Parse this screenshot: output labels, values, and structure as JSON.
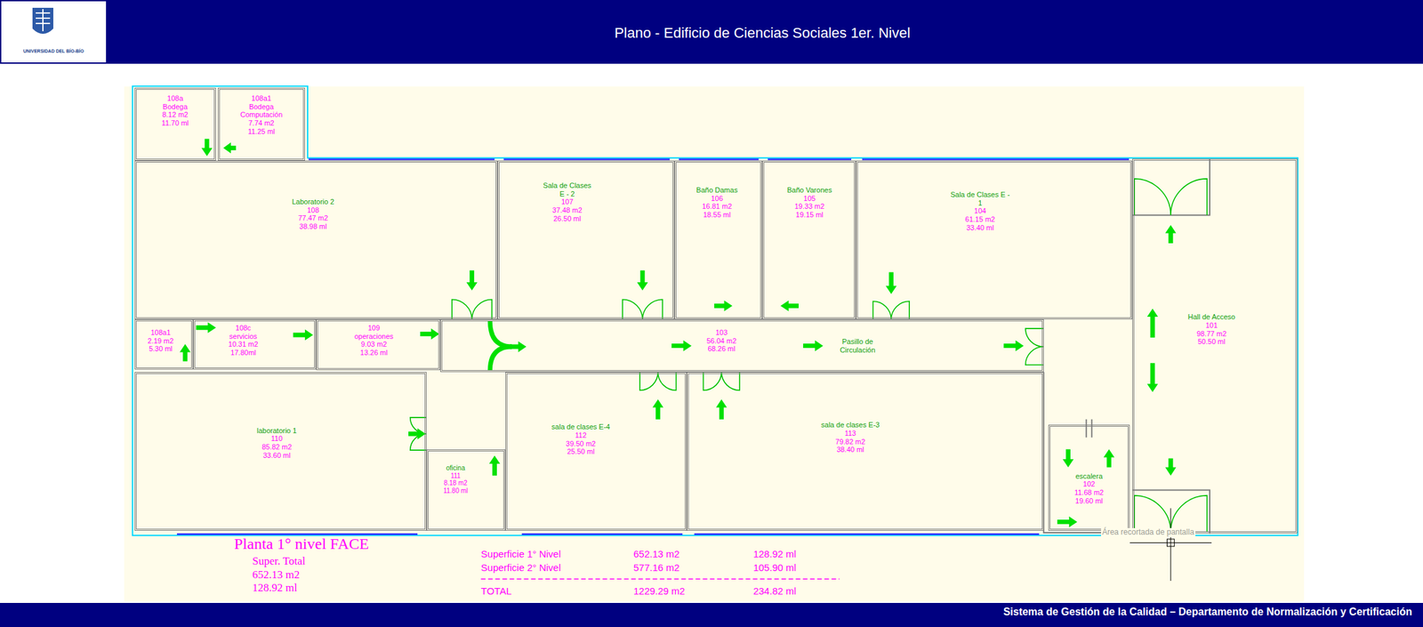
{
  "diagram": {
    "title": "Plano - Edificio de Ciencias Sociales 1er. Nivel",
    "nodes": [
      {
        "text": [
          "108a",
          "Bodega",
          "8.12 m2",
          "11.70 ml"
        ]
      },
      {
        "text": [
          "108a1",
          "Bodega Computación",
          "7.74 m2",
          "11.25 ml"
        ]
      },
      {
        "text": [
          "Laboratorio 2",
          "108",
          "77.47 m2",
          "38.98 ml"
        ]
      },
      {
        "text": [
          "Sala de Clases E - 2",
          "107",
          "37.48 m2",
          "26.50 ml"
        ]
      },
      {
        "text": [
          "Baño Damas",
          "106",
          "16.81 m2",
          "18.55 ml"
        ]
      },
      {
        "text": [
          "Baño Varones",
          "105",
          "19.33 m2",
          "19.15 ml"
        ]
      },
      {
        "text": [
          "Sala de Clases E - 1",
          "104",
          "61.15 m2",
          "33.40 ml"
        ]
      },
      {
        "text": [
          "Hall de Acceso",
          "101",
          "98.77 m2",
          "50.50 ml"
        ]
      },
      {
        "text": [
          "108a1",
          "2.19 m2",
          "5.30 ml"
        ]
      },
      {
        "text": [
          "108c",
          "servicios",
          "10.31 m2",
          "17.80ml"
        ]
      },
      {
        "text": [
          "109",
          "operaciones",
          "9.03 m2",
          "13.26 ml"
        ]
      },
      {
        "text": [
          "103",
          "56.04 m2",
          "68.26 ml",
          "Pasillo de Circulación"
        ]
      },
      {
        "text": [
          "laboratorio 1",
          "110",
          "85.82 m2",
          "33.60 ml"
        ]
      },
      {
        "text": [
          "oficina",
          "111",
          "8.18 m2",
          "11.80 ml"
        ]
      },
      {
        "text": [
          "sala de clases E-4",
          "112",
          "39.50 m2",
          "25.50 ml"
        ]
      },
      {
        "text": [
          "sala de clases E-3",
          "113",
          "79.82 m2",
          "38.40 ml"
        ]
      },
      {
        "text": [
          "escalera",
          "102",
          "11.68 m2",
          "19.60 ml"
        ]
      }
    ],
    "labels": [
      "UNIVERSIDAD DEL BÍO-BÍO",
      "Sistema de Gestión de la Calidad – Departamento de Normalización y Certificación",
      "Planta 1° nivel FACE",
      "Super. Total",
      "652.13 m2",
      "128.92 ml",
      "Superficie 1° Nivel",
      "652.13 m2",
      "128.92 ml",
      "Superficie 2° Nivel",
      "577.16 m2",
      "105.90 ml",
      "TOTAL",
      "1229.29 m2",
      "234.82 ml",
      "Área recortada de pantalla"
    ]
  }
}
